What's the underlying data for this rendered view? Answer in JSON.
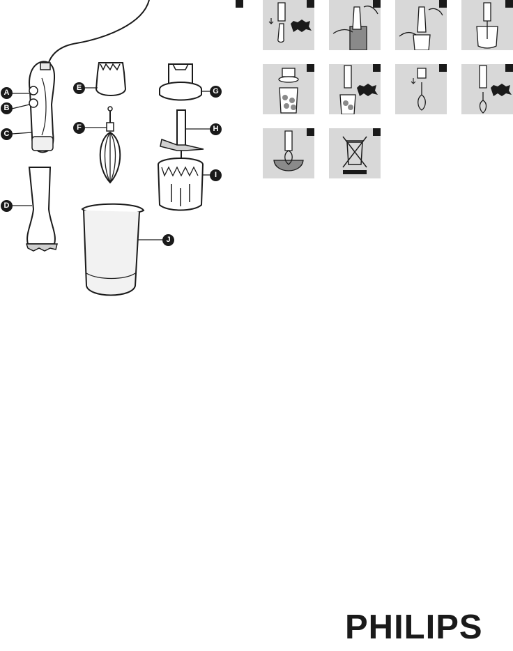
{
  "parts": {
    "labels": [
      "A",
      "B",
      "C",
      "D",
      "E",
      "F",
      "G",
      "H",
      "I",
      "J"
    ]
  },
  "panels": [
    {
      "name": "attach-blender-bar",
      "sound": "CLICK"
    },
    {
      "name": "blend-in-beaker"
    },
    {
      "name": "blend-in-pan"
    },
    {
      "name": "chopper-assembled"
    },
    {
      "name": "chopper-fill-lid"
    },
    {
      "name": "chopper-click",
      "sound": "CLICK"
    },
    {
      "name": "whisk-assemble"
    },
    {
      "name": "whisk-click",
      "sound": "CLICK"
    },
    {
      "name": "whisk-in-bowl"
    },
    {
      "name": "recycling-symbol"
    }
  ],
  "brand": {
    "name": "PHILIPS"
  },
  "colors": {
    "ink": "#1a1a1a",
    "panel_bg": "#d8d8d8",
    "beaker_fill": "#f2f2f2"
  }
}
